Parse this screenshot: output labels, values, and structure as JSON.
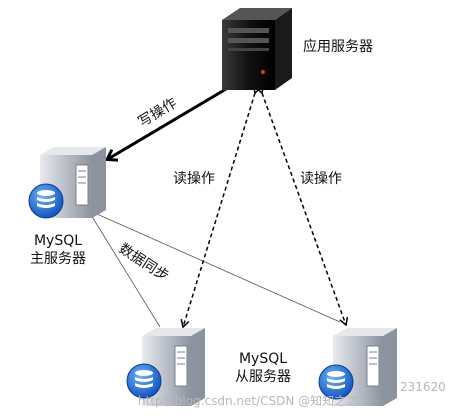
{
  "nodes": {
    "app_server": {
      "label": "应用服务器"
    },
    "master": {
      "line1": "MySQL",
      "line2": "主服务器"
    },
    "slaves": {
      "line1": "MySQL",
      "line2": "从服务器"
    }
  },
  "edges": {
    "write": "写操作",
    "read_left": "读操作",
    "read_right": "读操作",
    "sync": "数据同步"
  },
  "watermark": {
    "text": "http://blog.csdn.net/CSDN @知知之之",
    "extra": "231620"
  },
  "colors": {
    "server_body": "#111111",
    "db_icon": "#1e6fd6",
    "slave_body": "#c9cdd6",
    "line": "#000000"
  }
}
